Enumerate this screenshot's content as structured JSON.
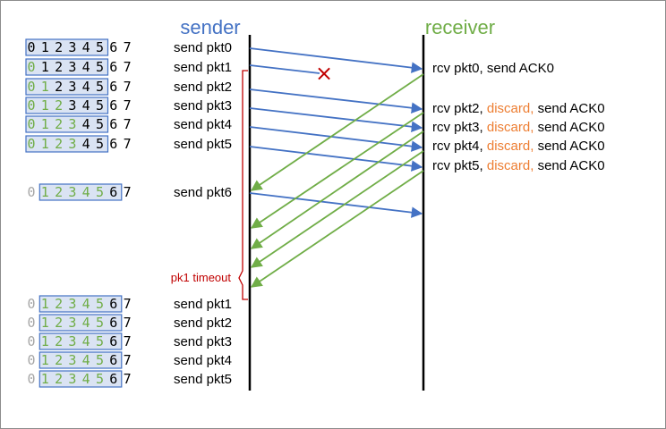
{
  "headers": {
    "sender": "sender",
    "receiver": "receiver"
  },
  "colors": {
    "sender_title": "#4472c4",
    "receiver_title": "#70ad47",
    "data_arrow": "#4472c4",
    "ack_arrow": "#70ad47",
    "window_fill": "#dae3f3",
    "window_border": "#4472c4",
    "acked_digit": "#70ad47",
    "faded_digit": "#a6a6a6",
    "discard": "#ed7d31",
    "timeout": "#c00000",
    "loss_mark": "#c00000"
  },
  "sender_rows": [
    {
      "digits": [
        "0",
        "1",
        "2",
        "3",
        "4",
        "5",
        "6",
        "7"
      ],
      "window_start": 0,
      "window_end": 5,
      "acked_until": 0,
      "faded_until": -1,
      "send": "send pkt0"
    },
    {
      "digits": [
        "0",
        "1",
        "2",
        "3",
        "4",
        "5",
        "6",
        "7"
      ],
      "window_start": 0,
      "window_end": 5,
      "acked_until": 1,
      "faded_until": -1,
      "send": "send pkt1"
    },
    {
      "digits": [
        "0",
        "1",
        "2",
        "3",
        "4",
        "5",
        "6",
        "7"
      ],
      "window_start": 0,
      "window_end": 5,
      "acked_until": 2,
      "faded_until": -1,
      "send": "send pkt2"
    },
    {
      "digits": [
        "0",
        "1",
        "2",
        "3",
        "4",
        "5",
        "6",
        "7"
      ],
      "window_start": 0,
      "window_end": 5,
      "acked_until": 3,
      "faded_until": -1,
      "send": "send pkt3"
    },
    {
      "digits": [
        "0",
        "1",
        "2",
        "3",
        "4",
        "5",
        "6",
        "7"
      ],
      "window_start": 0,
      "window_end": 5,
      "acked_until": 4,
      "faded_until": -1,
      "send": "send pkt4"
    },
    {
      "digits": [
        "0",
        "1",
        "2",
        "3",
        "4",
        "5",
        "6",
        "7"
      ],
      "window_start": 0,
      "window_end": 5,
      "acked_until": 4,
      "faded_until": -1,
      "send": "send pkt5"
    },
    {
      "digits": [
        "0",
        "1",
        "2",
        "3",
        "4",
        "5",
        "6",
        "7"
      ],
      "window_start": 1,
      "window_end": 6,
      "acked_until": 6,
      "faded_until": 0,
      "send": "send pkt6"
    },
    {
      "digits": [
        "0",
        "1",
        "2",
        "3",
        "4",
        "5",
        "6",
        "7"
      ],
      "window_start": 1,
      "window_end": 6,
      "acked_until": 6,
      "faded_until": 0,
      "send": "send pkt1"
    },
    {
      "digits": [
        "0",
        "1",
        "2",
        "3",
        "4",
        "5",
        "6",
        "7"
      ],
      "window_start": 1,
      "window_end": 6,
      "acked_until": 6,
      "faded_until": 0,
      "send": "send pkt2"
    },
    {
      "digits": [
        "0",
        "1",
        "2",
        "3",
        "4",
        "5",
        "6",
        "7"
      ],
      "window_start": 1,
      "window_end": 6,
      "acked_until": 6,
      "faded_until": 0,
      "send": "send pkt3"
    },
    {
      "digits": [
        "0",
        "1",
        "2",
        "3",
        "4",
        "5",
        "6",
        "7"
      ],
      "window_start": 1,
      "window_end": 6,
      "acked_until": 6,
      "faded_until": 0,
      "send": "send pkt4"
    },
    {
      "digits": [
        "0",
        "1",
        "2",
        "3",
        "4",
        "5",
        "6",
        "7"
      ],
      "window_start": 1,
      "window_end": 6,
      "acked_until": 6,
      "faded_until": 0,
      "send": "send pkt5"
    }
  ],
  "receiver_events": [
    {
      "rcv": "rcv pkt0,",
      "discard": "",
      "send": "send ACK0"
    },
    {
      "rcv": "rcv pkt2,",
      "discard": "discard,",
      "send": "send ACK0"
    },
    {
      "rcv": "rcv pkt3,",
      "discard": "discard,",
      "send": "send ACK0"
    },
    {
      "rcv": "rcv pkt4,",
      "discard": "discard,",
      "send": "send ACK0"
    },
    {
      "rcv": "rcv pkt5,",
      "discard": "discard,",
      "send": "send ACK0"
    }
  ],
  "loss_mark": "×",
  "timeout_label": "pk1 timeout"
}
